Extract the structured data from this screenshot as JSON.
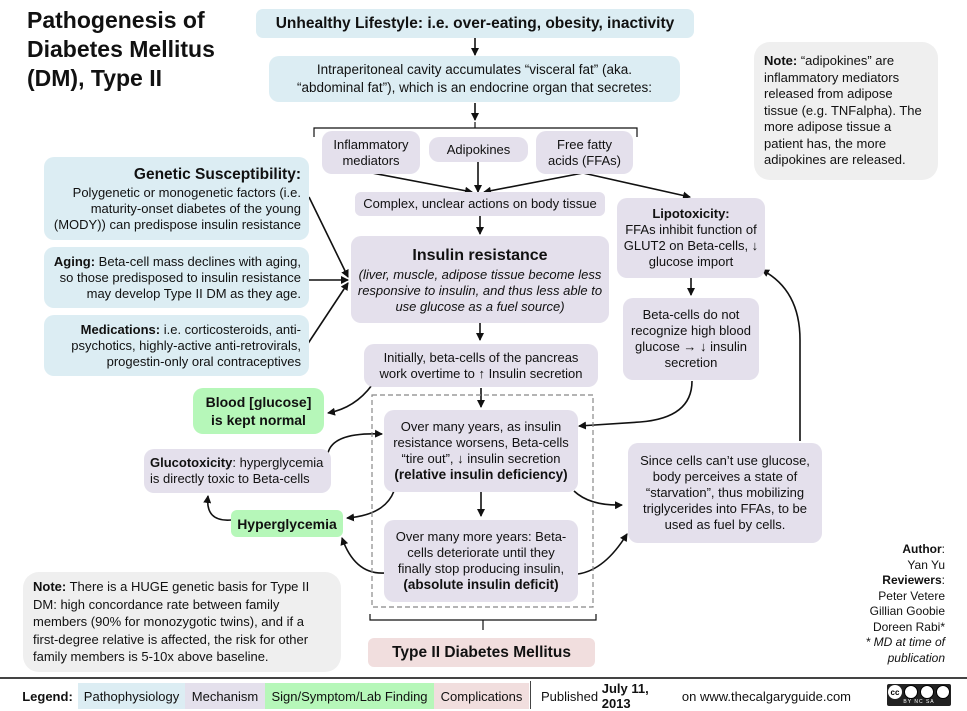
{
  "title": {
    "line1": "Pathogenesis of",
    "line2": "Diabetes Mellitus",
    "line3": "(DM), Type II"
  },
  "top": {
    "lifestyle": "Unhealthy Lifestyle: i.e. over-eating, obesity, inactivity",
    "visceral_line1": "Intraperitoneal cavity accumulates “visceral fat” (aka.",
    "visceral_line2": "“abdominal fat”), which is an endocrine organ that secretes:"
  },
  "secretions": {
    "inflammatory": "Inflammatory mediators",
    "adipokines": "Adipokines",
    "ffa": "Free fatty acids (FFAs)"
  },
  "adipokine_note": {
    "label": "Note:",
    "text": " “adipokines” are inflammatory mediators released from adipose tissue (e.g. TNFalpha). The more adipose tissue a patient has, the more adipokines are released."
  },
  "risk_factors": {
    "genetic": {
      "title": "Genetic Susceptibility:",
      "text": "Polygenetic or monogenetic factors (i.e. maturity-onset diabetes of the young (MODY)) can predispose insulin resistance"
    },
    "aging": {
      "label": "Aging:",
      "text": " Beta-cell mass declines with aging, so those predisposed to insulin resistance may develop Type II DM as they age."
    },
    "medications": {
      "label": "Medications:",
      "text": " i.e. corticosteroids, anti-psychotics, highly-active anti-retrovirals, progestin-only oral contraceptives"
    }
  },
  "mechanism": {
    "complex": "Complex, unclear actions on body tissue",
    "insulin_resistance_title": "Insulin resistance",
    "insulin_resistance_text": "(liver, muscle, adipose tissue become less responsive to insulin, and thus less able to use glucose as a fuel source)",
    "initially": "Initially, beta-cells  of the pancreas work overtime to ↑ Insulin secretion",
    "tire_out": "Over many years, as insulin resistance worsens, Beta-cells “tire out”, ↓ insulin secretion",
    "tire_out_bold": "(relative insulin deficiency)",
    "deteriorate": "Over many more years: Beta-cells deteriorate until they finally stop producing insulin,",
    "deteriorate_bold": "(absolute insulin deficit)",
    "lipotoxicity_title": "Lipotoxicity:",
    "lipotoxicity_text": "FFAs inhibit function of GLUT2 on Beta-cells, ↓ glucose import",
    "beta_not_recognize": "Beta-cells do not recognize high blood glucose → ↓ insulin secretion",
    "starvation": "Since cells can’t use glucose, body perceives a state of “starvation”, thus mobilizing triglycerides into FFAs, to be used as fuel by cells.",
    "glucotoxicity_label": "Glucotoxicity",
    "glucotoxicity_text": ": hyperglycemia is directly toxic to Beta-cells"
  },
  "signs": {
    "normal_glucose": "Blood [glucose] is kept normal",
    "hyperglycemia": "Hyperglycemia"
  },
  "complication": "Type II Diabetes Mellitus",
  "genetic_note": {
    "label": "Note:",
    "text": " There is a HUGE genetic basis for Type II DM: high concordance rate between family members (90% for monozygotic twins), and if a first-degree relative is affected, the risk for other family members is 5-10x above baseline."
  },
  "credits": {
    "author_label": "Author",
    "author": "Yan Yu",
    "reviewers_label": "Reviewers",
    "reviewers": [
      "Peter Vetere",
      "Gillian Goobie",
      "Doreen Rabi*"
    ],
    "footnote": "* MD at time of publication"
  },
  "footer": {
    "legend_label": "Legend:",
    "legend": [
      {
        "label": "Pathophysiology",
        "color": "#dcedf3"
      },
      {
        "label": "Mechanism",
        "color": "#e4e0ec"
      },
      {
        "label": "Sign/Symptom/Lab Finding",
        "color": "#b6f7b9"
      },
      {
        "label": "Complications",
        "color": "#f1dede"
      }
    ],
    "published_prefix": "Published ",
    "published_date": "July 11, 2013",
    "published_suffix": " on www.thecalgaryguide.com",
    "license_icon": "cc-by-nc-sa-icon",
    "license_sub": "BY  NC  SA"
  }
}
